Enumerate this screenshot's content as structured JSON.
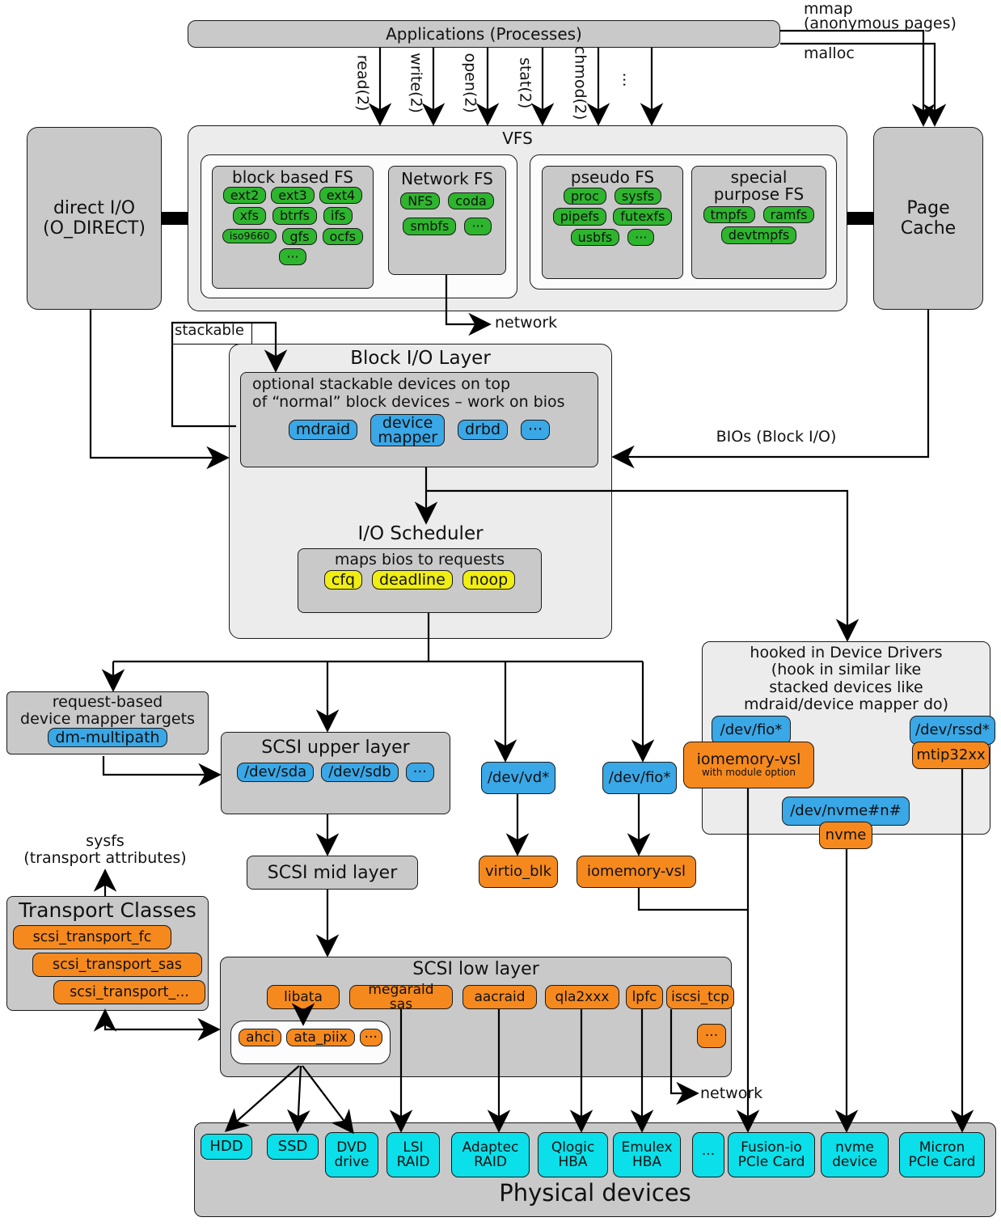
{
  "app": {
    "title": "Applications (Processes)"
  },
  "syscalls": [
    "read(2)",
    "write(2)",
    "open(2)",
    "stat(2)",
    "chmod(2)",
    "···"
  ],
  "mem": {
    "mmap": "mmap",
    "mmap_sub": "(anonymous pages)",
    "malloc": "malloc"
  },
  "direct_io": "direct I/O\n(O_DIRECT)",
  "page_cache": "Page\nCache",
  "vfs": {
    "title": "VFS",
    "block_fs": {
      "title": "block based FS",
      "row1": [
        "ext2",
        "ext3",
        "ext4"
      ],
      "row2": [
        "xfs",
        "btrfs",
        "ifs"
      ],
      "row3": [
        "iso9660",
        "gfs",
        "ocfs"
      ],
      "row4": [
        "···"
      ]
    },
    "network_fs": {
      "title": "Network FS",
      "row1": [
        "NFS",
        "coda"
      ],
      "row2": [
        "smbfs",
        "···"
      ]
    },
    "pseudo_fs": {
      "title": "pseudo FS",
      "row1": [
        "proc",
        "sysfs"
      ],
      "row2": [
        "pipefs",
        "futexfs"
      ],
      "row3": [
        "usbfs",
        "···"
      ]
    },
    "special_fs": {
      "title": "special\npurpose FS",
      "row1": [
        "tmpfs",
        "ramfs"
      ],
      "row2": [
        "devtmpfs"
      ]
    }
  },
  "edge_labels": {
    "network_top": "network",
    "stackable": "stackable",
    "bios": "BIOs (Block I/O)",
    "sysfs": "sysfs\n(transport attributes)",
    "network_bottom": "network"
  },
  "block_io": {
    "title": "Block I/O Layer",
    "note": "optional stackable devices on top\nof “normal” block devices – work on bios",
    "devices": [
      "mdraid",
      "device\nmapper",
      "drbd",
      "···"
    ]
  },
  "io_scheduler": {
    "title": "I/O Scheduler",
    "note": "maps bios to requests",
    "schedulers": [
      "cfq",
      "deadline",
      "noop"
    ]
  },
  "dm_targets": {
    "title": "request-based\ndevice mapper targets",
    "device": "dm-multipath"
  },
  "scsi": {
    "upper": {
      "title": "SCSI upper layer",
      "devices": [
        "/dev/sda",
        "/dev/sdb",
        "···"
      ]
    },
    "mid": {
      "title": "SCSI mid layer"
    },
    "low": {
      "title": "SCSI low layer",
      "drivers": [
        "libata",
        "megaraid sas",
        "aacraid",
        "qla2xxx",
        "lpfc",
        "iscsi_tcp"
      ],
      "more": "···",
      "libata_drivers": [
        "ahci",
        "ata_piix",
        "···"
      ]
    }
  },
  "transport": {
    "title": "Transport Classes",
    "classes": [
      "scsi_transport_fc",
      "scsi_transport_sas",
      "scsi_transport_..."
    ]
  },
  "virtual_devices": {
    "vd": "/dev/vd*",
    "fio": "/dev/fio*",
    "virtio_blk": "virtio_blk",
    "iomemory": "iomemory-vsl"
  },
  "hooked_drivers": {
    "title": "hooked in Device Drivers\n(hook in similar like\nstacked devices like\nmdraid/device mapper do)",
    "fio": "/dev/fio*",
    "iomemory": "iomemory-vsl",
    "iomemory_sub": "with module option",
    "rssd": "/dev/rssd*",
    "mtip": "mtip32xx",
    "nvme_dev": "/dev/nvme#n#",
    "nvme": "nvme"
  },
  "physical": {
    "title": "Physical devices",
    "devices": [
      "HDD",
      "SSD",
      "DVD\ndrive",
      "LSI\nRAID",
      "Adaptec\nRAID",
      "Qlogic\nHBA",
      "Emulex\nHBA",
      "···",
      "Fusion-io\nPCIe Card",
      "nvme\ndevice",
      "Micron\nPCIe Card"
    ]
  },
  "colors": {
    "fs_green": "#2db52d",
    "block_blue": "#3aa7e6",
    "sched_yellow": "#f0ee12",
    "driver_orange": "#f6891e",
    "device_cyan": "#0bdfe9",
    "box_gray": "#c9c9c9",
    "layer_gray": "#ececec"
  }
}
